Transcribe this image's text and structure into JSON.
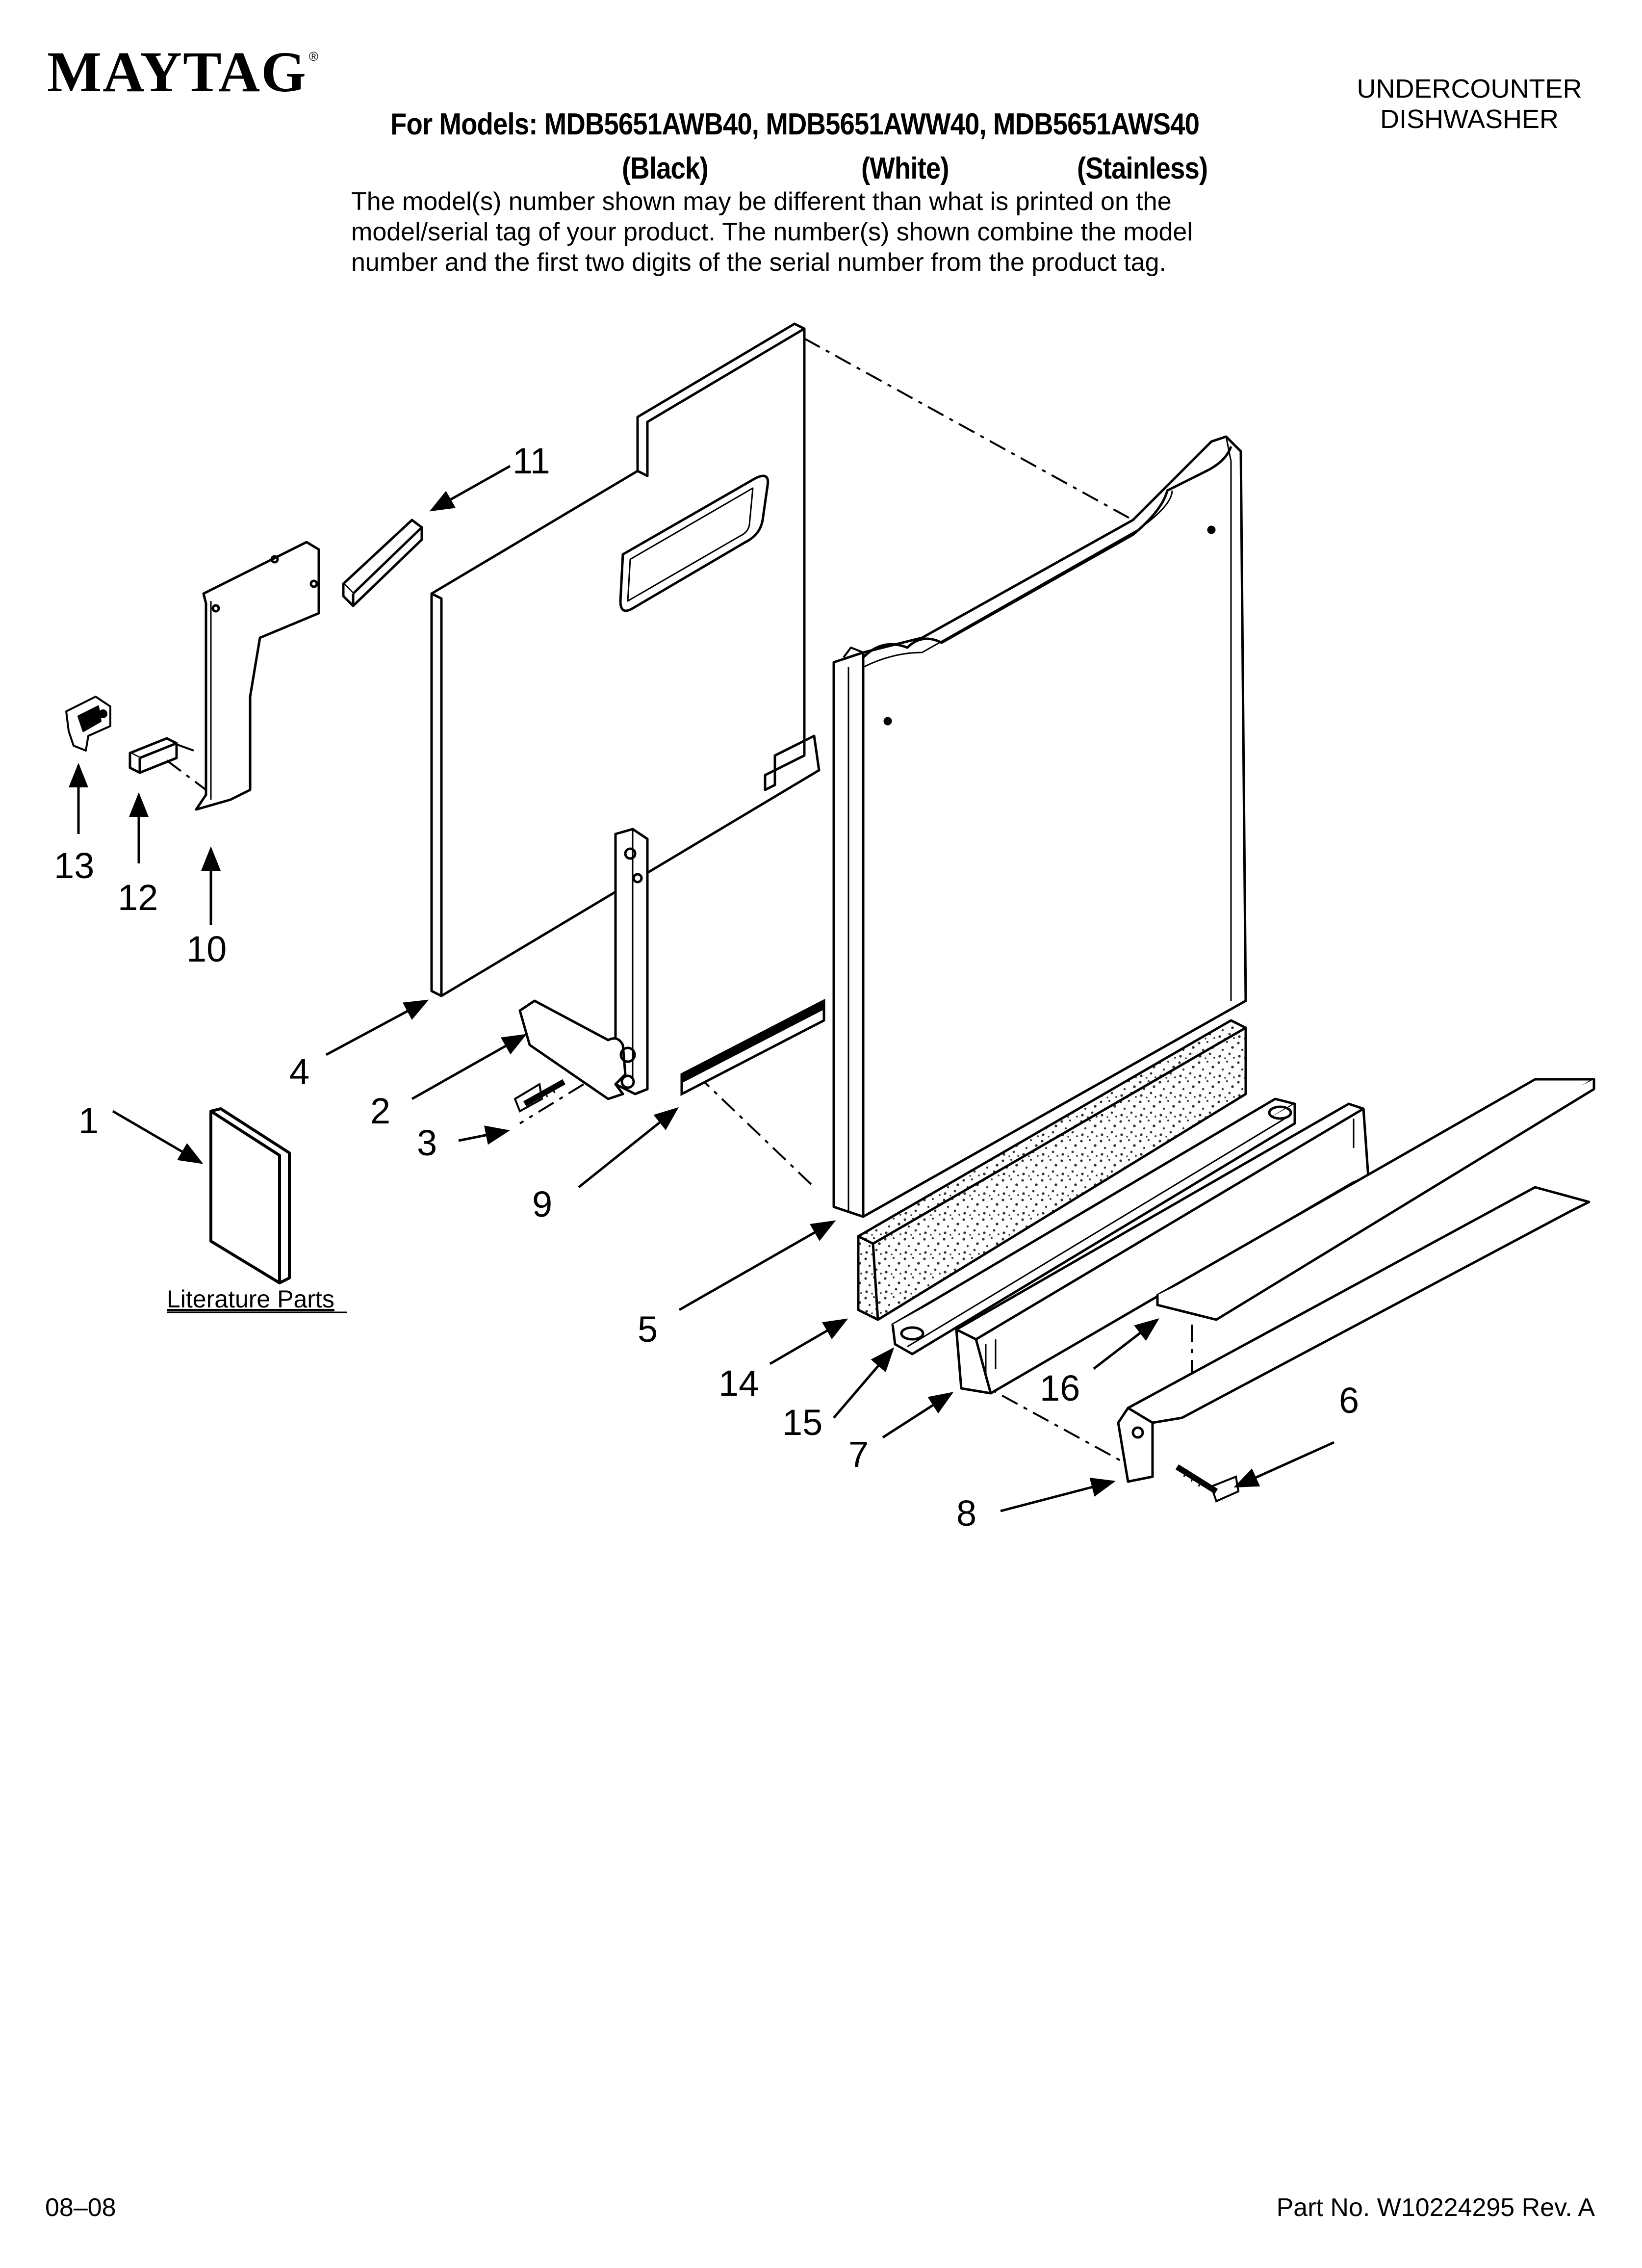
{
  "header": {
    "brand": "MAYTAG",
    "brand_mark": "®",
    "product_type_line1": "UNDERCOUNTER",
    "product_type_line2": "DISHWASHER",
    "models_line": "For Models: MDB5651AWB40, MDB5651AWW40, MDB5651AWS40",
    "variants": [
      "(Black)",
      "(White)",
      "(Stainless)"
    ],
    "notice_lines": [
      "The model(s) number shown may be different than what is printed on the",
      "model/serial tag of your product. The number(s) shown combine the model",
      "number and the first two digits of the serial number from the product tag."
    ]
  },
  "diagram": {
    "callouts": [
      "1",
      "2",
      "3",
      "4",
      "5",
      "6",
      "7",
      "8",
      "9",
      "10",
      "11",
      "12",
      "13",
      "14",
      "15",
      "16"
    ],
    "literature_label": "Literature Parts"
  },
  "footer": {
    "date": "08–08",
    "part_number": "Part No. W10224295 Rev. A"
  }
}
